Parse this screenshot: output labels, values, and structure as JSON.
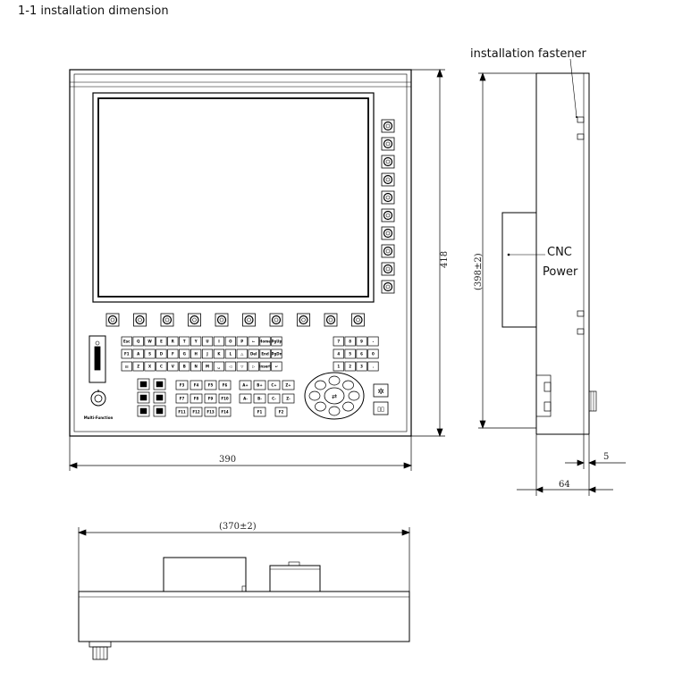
{
  "heading": "1-1  installation dimension",
  "labels": {
    "fastener": "installation fastener",
    "cnc": "CNC",
    "power": "Power",
    "multi_function": "Multi-Function"
  },
  "dimensions": {
    "width": "390",
    "height": "418",
    "mount_height": "(398±2)",
    "depth": "64",
    "flange": "5",
    "cutout_width": "(370±2)"
  },
  "keyboard": {
    "row1": [
      "Esc",
      "Q",
      "W",
      "E",
      "R",
      "T",
      "Y",
      "U",
      "I",
      "O",
      "P",
      "←",
      "Home",
      "PgUp"
    ],
    "row2": [
      "F1",
      "A",
      "S",
      "D",
      "F",
      "G",
      "H",
      "J",
      "K",
      "L",
      "△",
      "Del",
      "End",
      "PgDn"
    ],
    "row3": [
      "▤",
      "Z",
      "X",
      "C",
      "V",
      "B",
      "N",
      "M",
      "␣",
      "◁",
      "▽",
      "▷",
      "Insert",
      "↵"
    ],
    "num1": [
      "7",
      "8",
      "9",
      "-"
    ],
    "num2": [
      "4",
      "5",
      "6",
      "0"
    ],
    "num3": [
      "1",
      "2",
      "3",
      "."
    ],
    "fkeys": [
      "F3",
      "F4",
      "F5",
      "F6"
    ],
    "fkeys2": [
      "F7",
      "F8",
      "F9",
      "F10"
    ],
    "fkeys3": [
      "F11",
      "F12",
      "F13",
      "F14"
    ],
    "fkeys_r1": [
      "A+",
      "B+",
      "C+",
      "Z+"
    ],
    "fkeys_r2": [
      "A-",
      "B-",
      "C-",
      "Z-"
    ],
    "fkeys_r3": [
      "F1",
      "F2"
    ],
    "dpad": "⇄"
  }
}
